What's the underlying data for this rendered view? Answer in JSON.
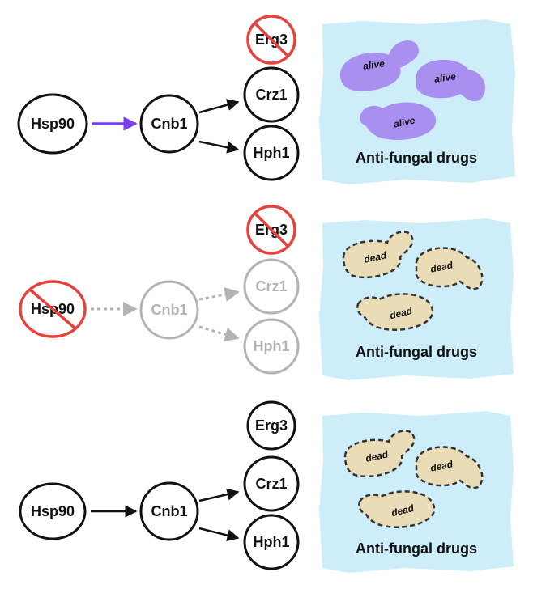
{
  "colors": {
    "active": "#111111",
    "inactive": "#b3b3b3",
    "inhibit": "#e8413c",
    "hsp90_to_cnb1": "#7a3df0",
    "background_patch": "#cdeef9",
    "cell_alive": "#a98ff0",
    "cell_dead": "#e9dcb6"
  },
  "panels": [
    {
      "nodes": {
        "hsp90": "Hsp90",
        "cnb1": "Cnb1",
        "erg3": "Erg3",
        "crz1": "Crz1",
        "hph1": "Hph1"
      },
      "hsp90_inhibited": false,
      "erg3_inhibited": true,
      "pathway_active": true,
      "cell_state": "alive",
      "cells": [
        "alive",
        "alive",
        "alive"
      ],
      "caption": "Anti-fungal drugs"
    },
    {
      "nodes": {
        "hsp90": "Hsp90",
        "cnb1": "Cnb1",
        "erg3": "Erg3",
        "crz1": "Crz1",
        "hph1": "Hph1"
      },
      "hsp90_inhibited": true,
      "erg3_inhibited": true,
      "pathway_active": false,
      "cell_state": "dead",
      "cells": [
        "dead",
        "dead",
        "dead"
      ],
      "caption": "Anti-fungal drugs"
    },
    {
      "nodes": {
        "hsp90": "Hsp90",
        "cnb1": "Cnb1",
        "erg3": "Erg3",
        "crz1": "Crz1",
        "hph1": "Hph1"
      },
      "hsp90_inhibited": false,
      "erg3_inhibited": false,
      "pathway_active": true,
      "cell_state": "dead",
      "cells": [
        "dead",
        "dead",
        "dead"
      ],
      "caption": "Anti-fungal drugs"
    }
  ]
}
